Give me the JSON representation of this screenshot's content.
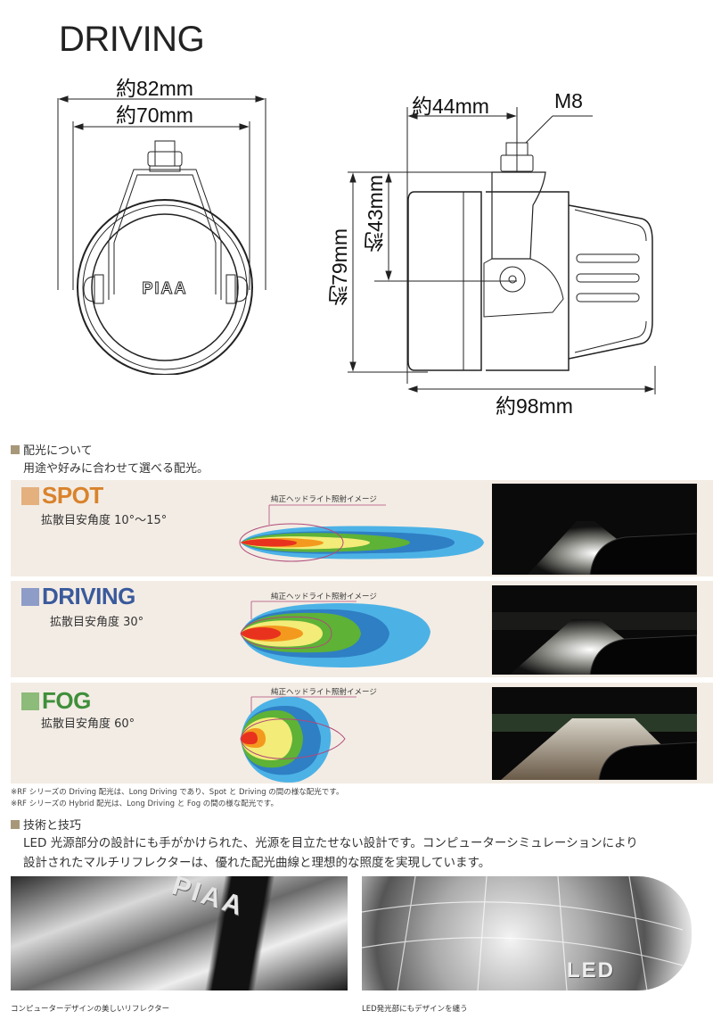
{
  "header": {
    "title": "DRIVING"
  },
  "front_view": {
    "dim_outer_width": "約82mm",
    "dim_inner_width": "約70mm",
    "lens_logo": "PIAA"
  },
  "side_view": {
    "dim_mount_depth": "約44mm",
    "bolt_label": "M8",
    "dim_center_height": "約43mm",
    "dim_total_height": "約79mm",
    "dim_total_length": "約98mm"
  },
  "beam_section": {
    "heading": "配光について",
    "subheading": "用途や好みに合わせて選べる配光。",
    "stock_headlight_label": "純正ヘッドライト照射イメージ",
    "colors": {
      "panel_bg": "#f3ece4",
      "heat_red": "#e8321e",
      "heat_orange": "#f39a1e",
      "heat_yellow": "#f3ec78",
      "heat_green": "#5eb236",
      "heat_blue": "#2f7fc4",
      "heat_lightblue": "#4cb2e6",
      "outline": "#b04a7a"
    },
    "beams": [
      {
        "name": "SPOT",
        "angle": "拡散目安角度 10°～15°",
        "color": "#d9832c",
        "swatch": "#e4b07e"
      },
      {
        "name": "DRIVING",
        "angle": "拡散目安角度 30°",
        "color": "#3a5a9c",
        "swatch": "#8e9cc8"
      },
      {
        "name": "FOG",
        "angle": "拡散目安角度 60°",
        "color": "#3f8f3a",
        "swatch": "#8cbb7a"
      }
    ],
    "notes": [
      "※RF シリーズの Driving 配光は、Long Driving であり、Spot と Driving の間の様な配光です。",
      "※RF シリーズの Hybrid 配光は、Long Driving と Fog の間の様な配光です。"
    ]
  },
  "tech_section": {
    "heading": "技術と技巧",
    "body_line1": "LED 光源部分の設計にも手がかけられた、光源を目立たせない設計です。コンピューターシミュレーションにより",
    "body_line2": "設計されたマルチリフレクターは、優れた配光曲線と理想的な照度を実現しています。",
    "photos": [
      {
        "caption": "コンピューターデザインの美しいリフレクター",
        "logo": "PIAA"
      },
      {
        "caption": "LED発光部にもデザインを纏う",
        "logo": "LED"
      }
    ]
  }
}
